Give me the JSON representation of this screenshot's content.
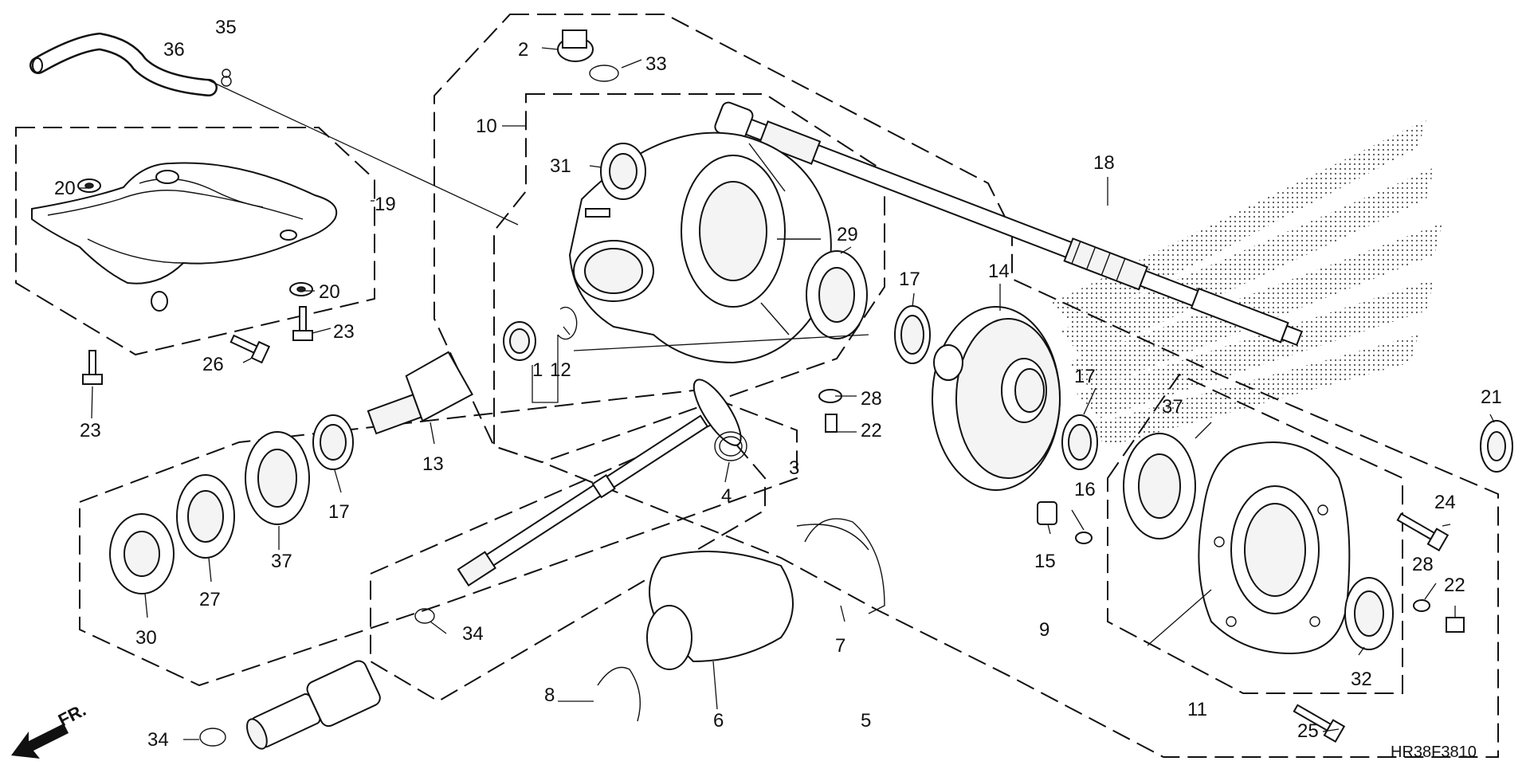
{
  "diagram": {
    "drawing_code": "HR38F3810",
    "front_marker": "FR.",
    "callouts": {
      "c1": "1",
      "c2": "2",
      "c3": "3",
      "c4": "4",
      "c5": "5",
      "c6": "6",
      "c7": "7",
      "c8": "8",
      "c9": "9",
      "c10": "10",
      "c11": "11",
      "c12": "12",
      "c13": "13",
      "c14": "14",
      "c15": "15",
      "c16": "16",
      "c17a": "17",
      "c17b": "17",
      "c17c": "17",
      "c18": "18",
      "c19": "19",
      "c20a": "20",
      "c20b": "20",
      "c21": "21",
      "c22a": "22",
      "c22b": "22",
      "c23a": "23",
      "c23b": "23",
      "c24": "24",
      "c25": "25",
      "c26": "26",
      "c27": "27",
      "c28a": "28",
      "c28b": "28",
      "c29": "29",
      "c30": "30",
      "c31": "31",
      "c32": "32",
      "c33": "33",
      "c34a": "34",
      "c34b": "34",
      "c35": "35",
      "c36": "36",
      "c37a": "37",
      "c37b": "37"
    }
  }
}
